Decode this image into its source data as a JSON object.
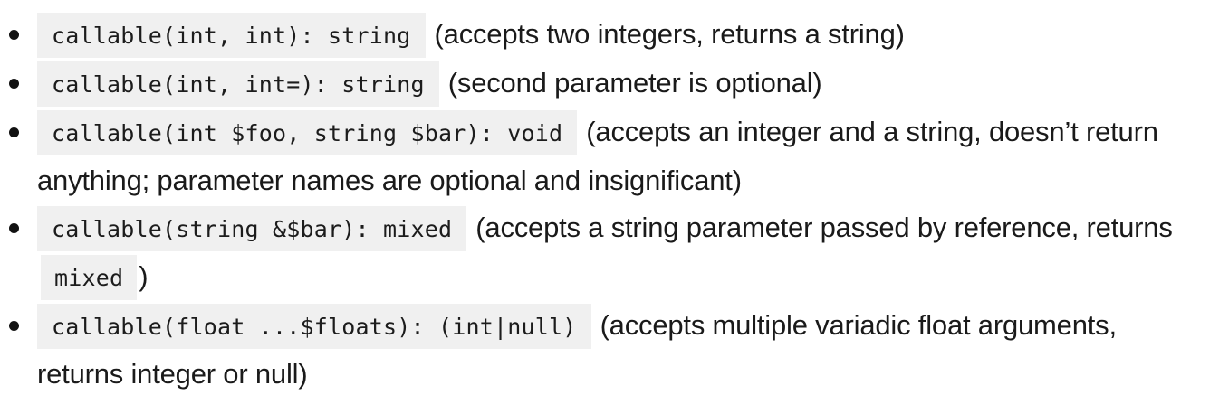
{
  "items": [
    {
      "code": "callable(int, int): string",
      "description": "(accepts two integers, returns a string)"
    },
    {
      "code": "callable(int, int=): string",
      "description": "(second parameter is optional)"
    },
    {
      "code": "callable(int $foo, string $bar): void",
      "description": "(accepts an integer and a string, doesn’t return anything; parameter names are optional and insignificant)"
    },
    {
      "code": "callable(string &$bar): mixed",
      "description": "(accepts a string parameter passed by reference, returns",
      "trailing_code": "mixed",
      "trailing_text": ")"
    },
    {
      "code": "callable(float ...$floats): (int|null)",
      "description": "(accepts multiple variadic float arguments, returns integer or null)"
    }
  ]
}
